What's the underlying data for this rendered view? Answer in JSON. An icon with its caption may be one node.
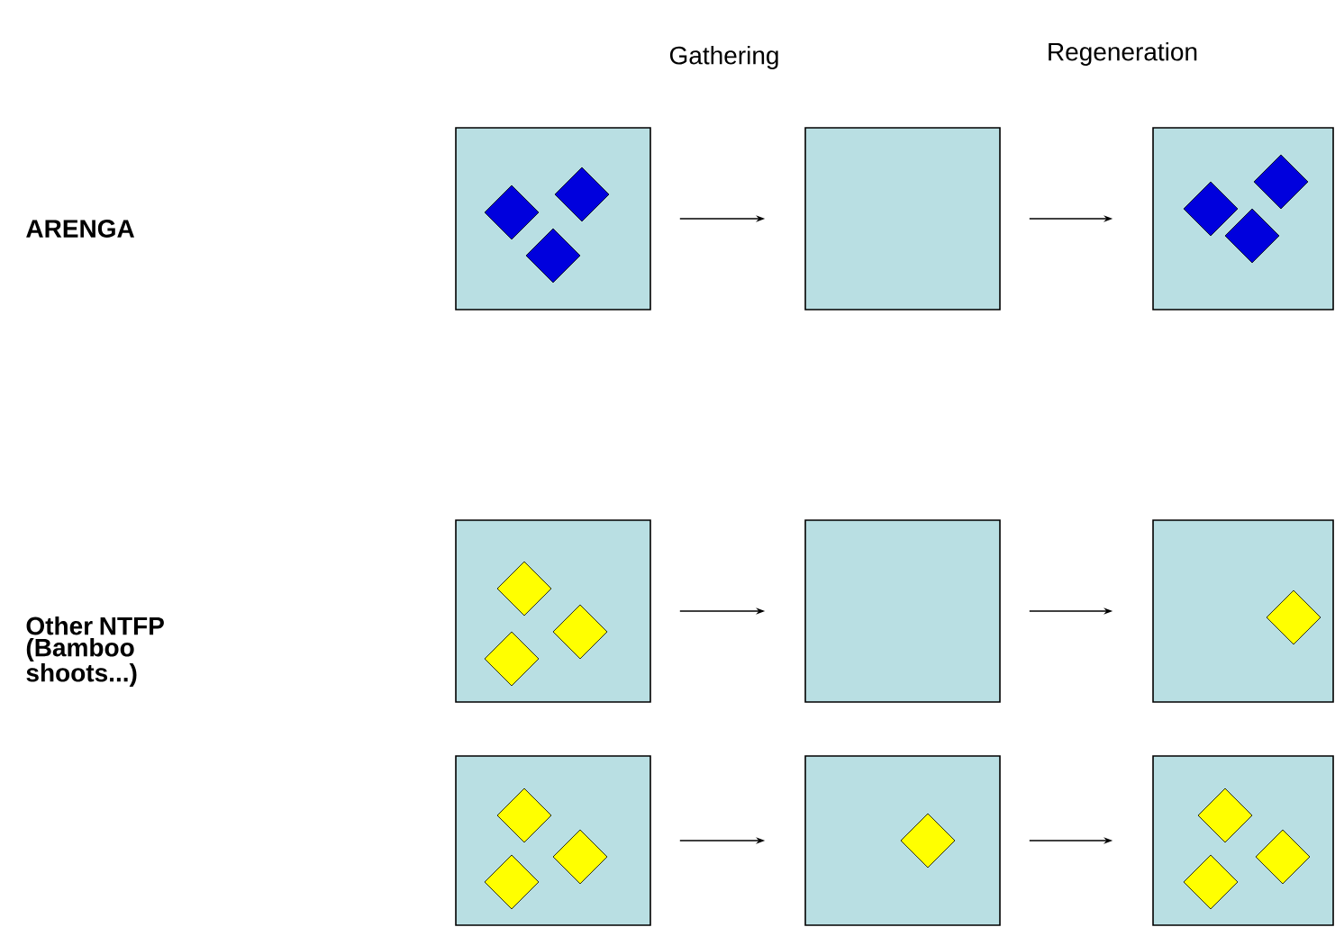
{
  "diagram": {
    "nodes": [
      {
        "text": [],
        "shape": "box"
      },
      {
        "text": [],
        "shape": "box"
      },
      {
        "text": [],
        "shape": "box"
      },
      {
        "text": [],
        "shape": "box"
      },
      {
        "text": [],
        "shape": "box"
      },
      {
        "text": [],
        "shape": "box"
      },
      {
        "text": [],
        "shape": "box"
      },
      {
        "text": [],
        "shape": "box"
      },
      {
        "text": [],
        "shape": "box"
      }
    ],
    "edges": [
      {
        "from": 0,
        "to": 1,
        "arrow": "to"
      },
      {
        "from": 1,
        "to": 2,
        "arrow": "to"
      },
      {
        "from": 3,
        "to": 4,
        "arrow": "to"
      },
      {
        "from": 4,
        "to": 5,
        "arrow": "to"
      },
      {
        "from": 6,
        "to": 7,
        "arrow": "to"
      },
      {
        "from": 7,
        "to": 8,
        "arrow": "to"
      }
    ],
    "labels": [
      "Gathering",
      "Regeneration",
      "ARENGA",
      "Other NTFP (Bamboo shoots...)"
    ]
  }
}
